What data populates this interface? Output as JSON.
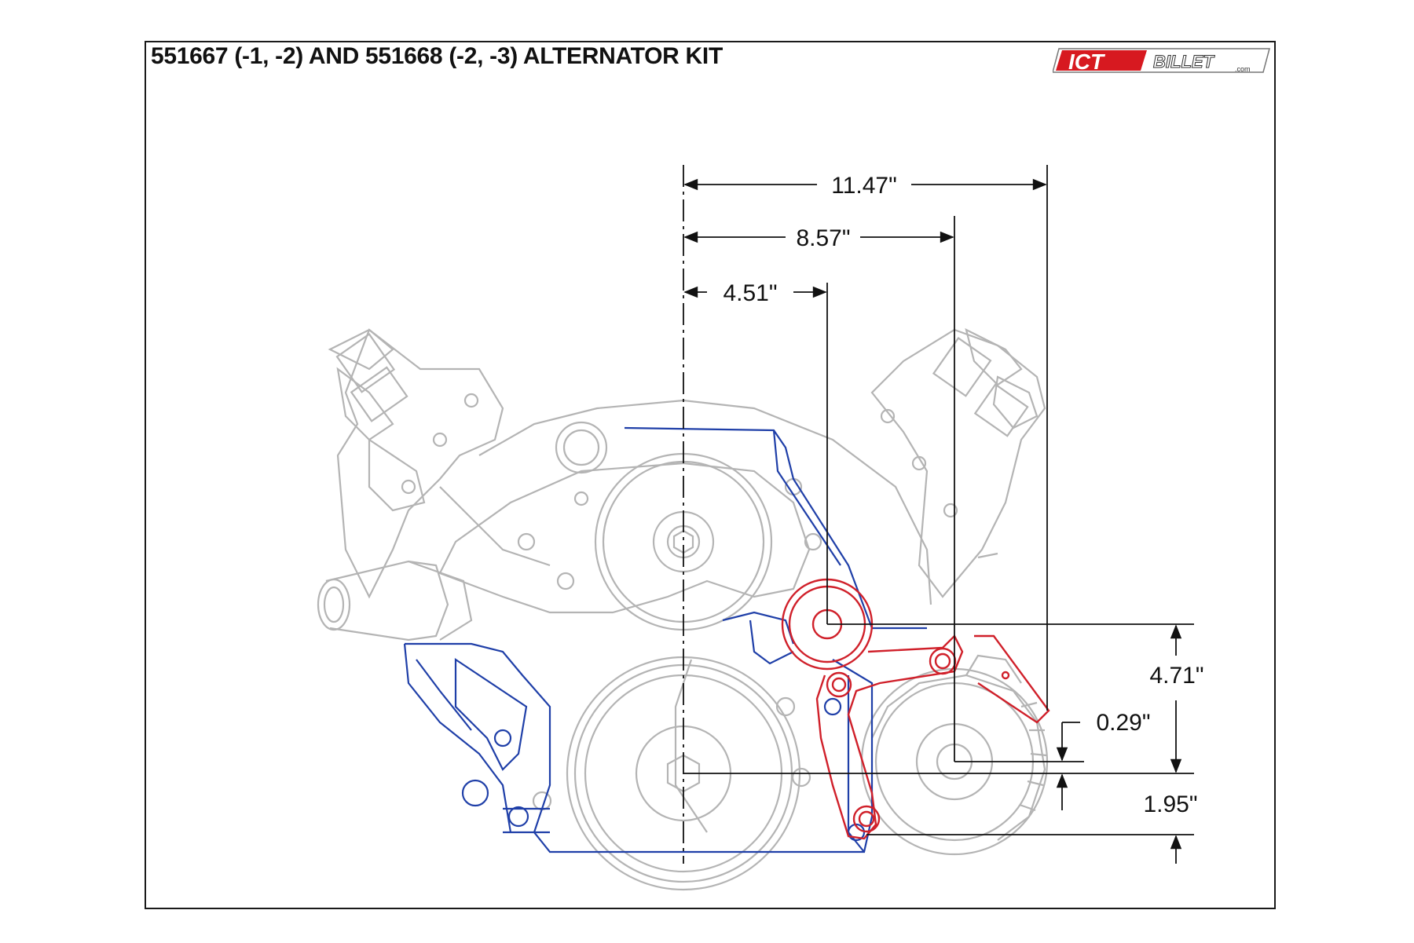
{
  "title": "551667 (-1, -2) AND 551668 (-2, -3) ALTERNATOR KIT",
  "logo": {
    "text": "ICTBILLET",
    "main": "ICT",
    "sub": "BILLET",
    "suffix": ".com",
    "accent": "#d71920"
  },
  "dimensions": {
    "horizontal": [
      "11.47\"",
      "8.57\"",
      "4.51\""
    ],
    "vertical": [
      "4.71\"",
      "0.29\"",
      "1.95\""
    ]
  },
  "colors": {
    "engine": "#b4b4b4",
    "timing_cover": "#1f3fa8",
    "bracket": "#d0202a",
    "lines": "#111111"
  }
}
